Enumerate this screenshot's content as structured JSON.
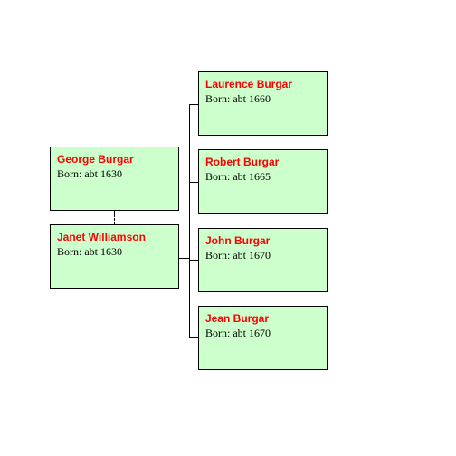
{
  "parents": [
    {
      "name": "George Burgar",
      "born": "Born: abt 1630"
    },
    {
      "name": "Janet Williamson",
      "born": "Born: abt 1630"
    }
  ],
  "children": [
    {
      "name": "Laurence Burgar",
      "born": "Born: abt 1660"
    },
    {
      "name": "Robert Burgar",
      "born": "Born: abt 1665"
    },
    {
      "name": "John Burgar",
      "born": "Born: abt 1670"
    },
    {
      "name": "Jean Burgar",
      "born": "Born: abt 1670"
    }
  ],
  "colors": {
    "box_fill": "#ccffcc",
    "name_text": "#ff0000",
    "connector": "#000000"
  }
}
